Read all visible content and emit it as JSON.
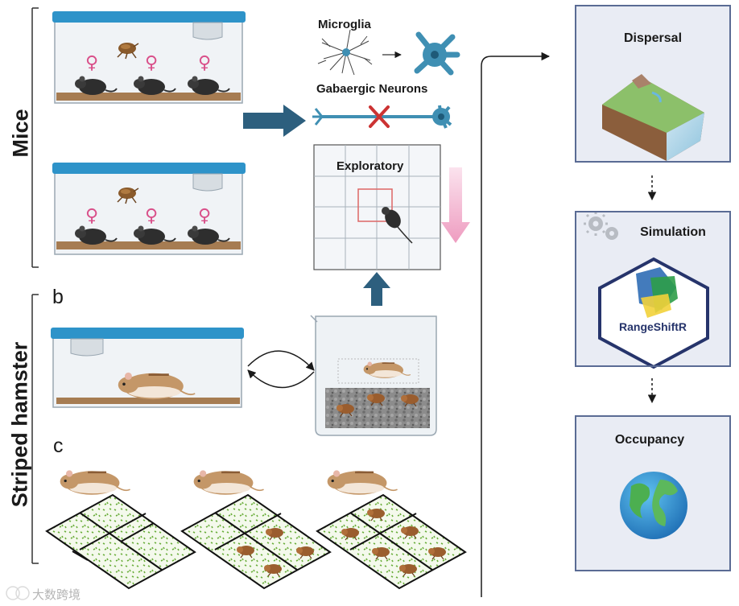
{
  "labels": {
    "mice": "Mice",
    "striped_hamster": "Striped hamster",
    "panel_b": "b",
    "panel_c": "c",
    "microglia": "Microglia",
    "gabaergic_neurons": "Gabaergic Neurons",
    "exploratory": "Exploratory"
  },
  "workflow": {
    "dispersal": "Dispersal",
    "simulation": "Simulation",
    "rangeshiftr": "RangeShiftR",
    "occupancy": "Occupancy"
  },
  "symbols": {
    "female": "♀"
  },
  "watermark": "大数跨境",
  "colors": {
    "box_lid": "#2e93c9",
    "arrow_blue": "#2d5f7e",
    "arrow_pink": "#f3b3cf",
    "panel_bg": "#e9ecf4",
    "panel_border": "#5a6b94",
    "neuron": "#3f8fb3",
    "red_x": "#cc3333",
    "hexagon_border": "#26346b"
  },
  "icons": [
    "flea-icon",
    "mouse-icon",
    "hamster-icon",
    "microglia-icon",
    "neuron-icon",
    "terrain-icon",
    "gear-icon",
    "earth-icon",
    "beaker-icon",
    "grid-icon"
  ]
}
